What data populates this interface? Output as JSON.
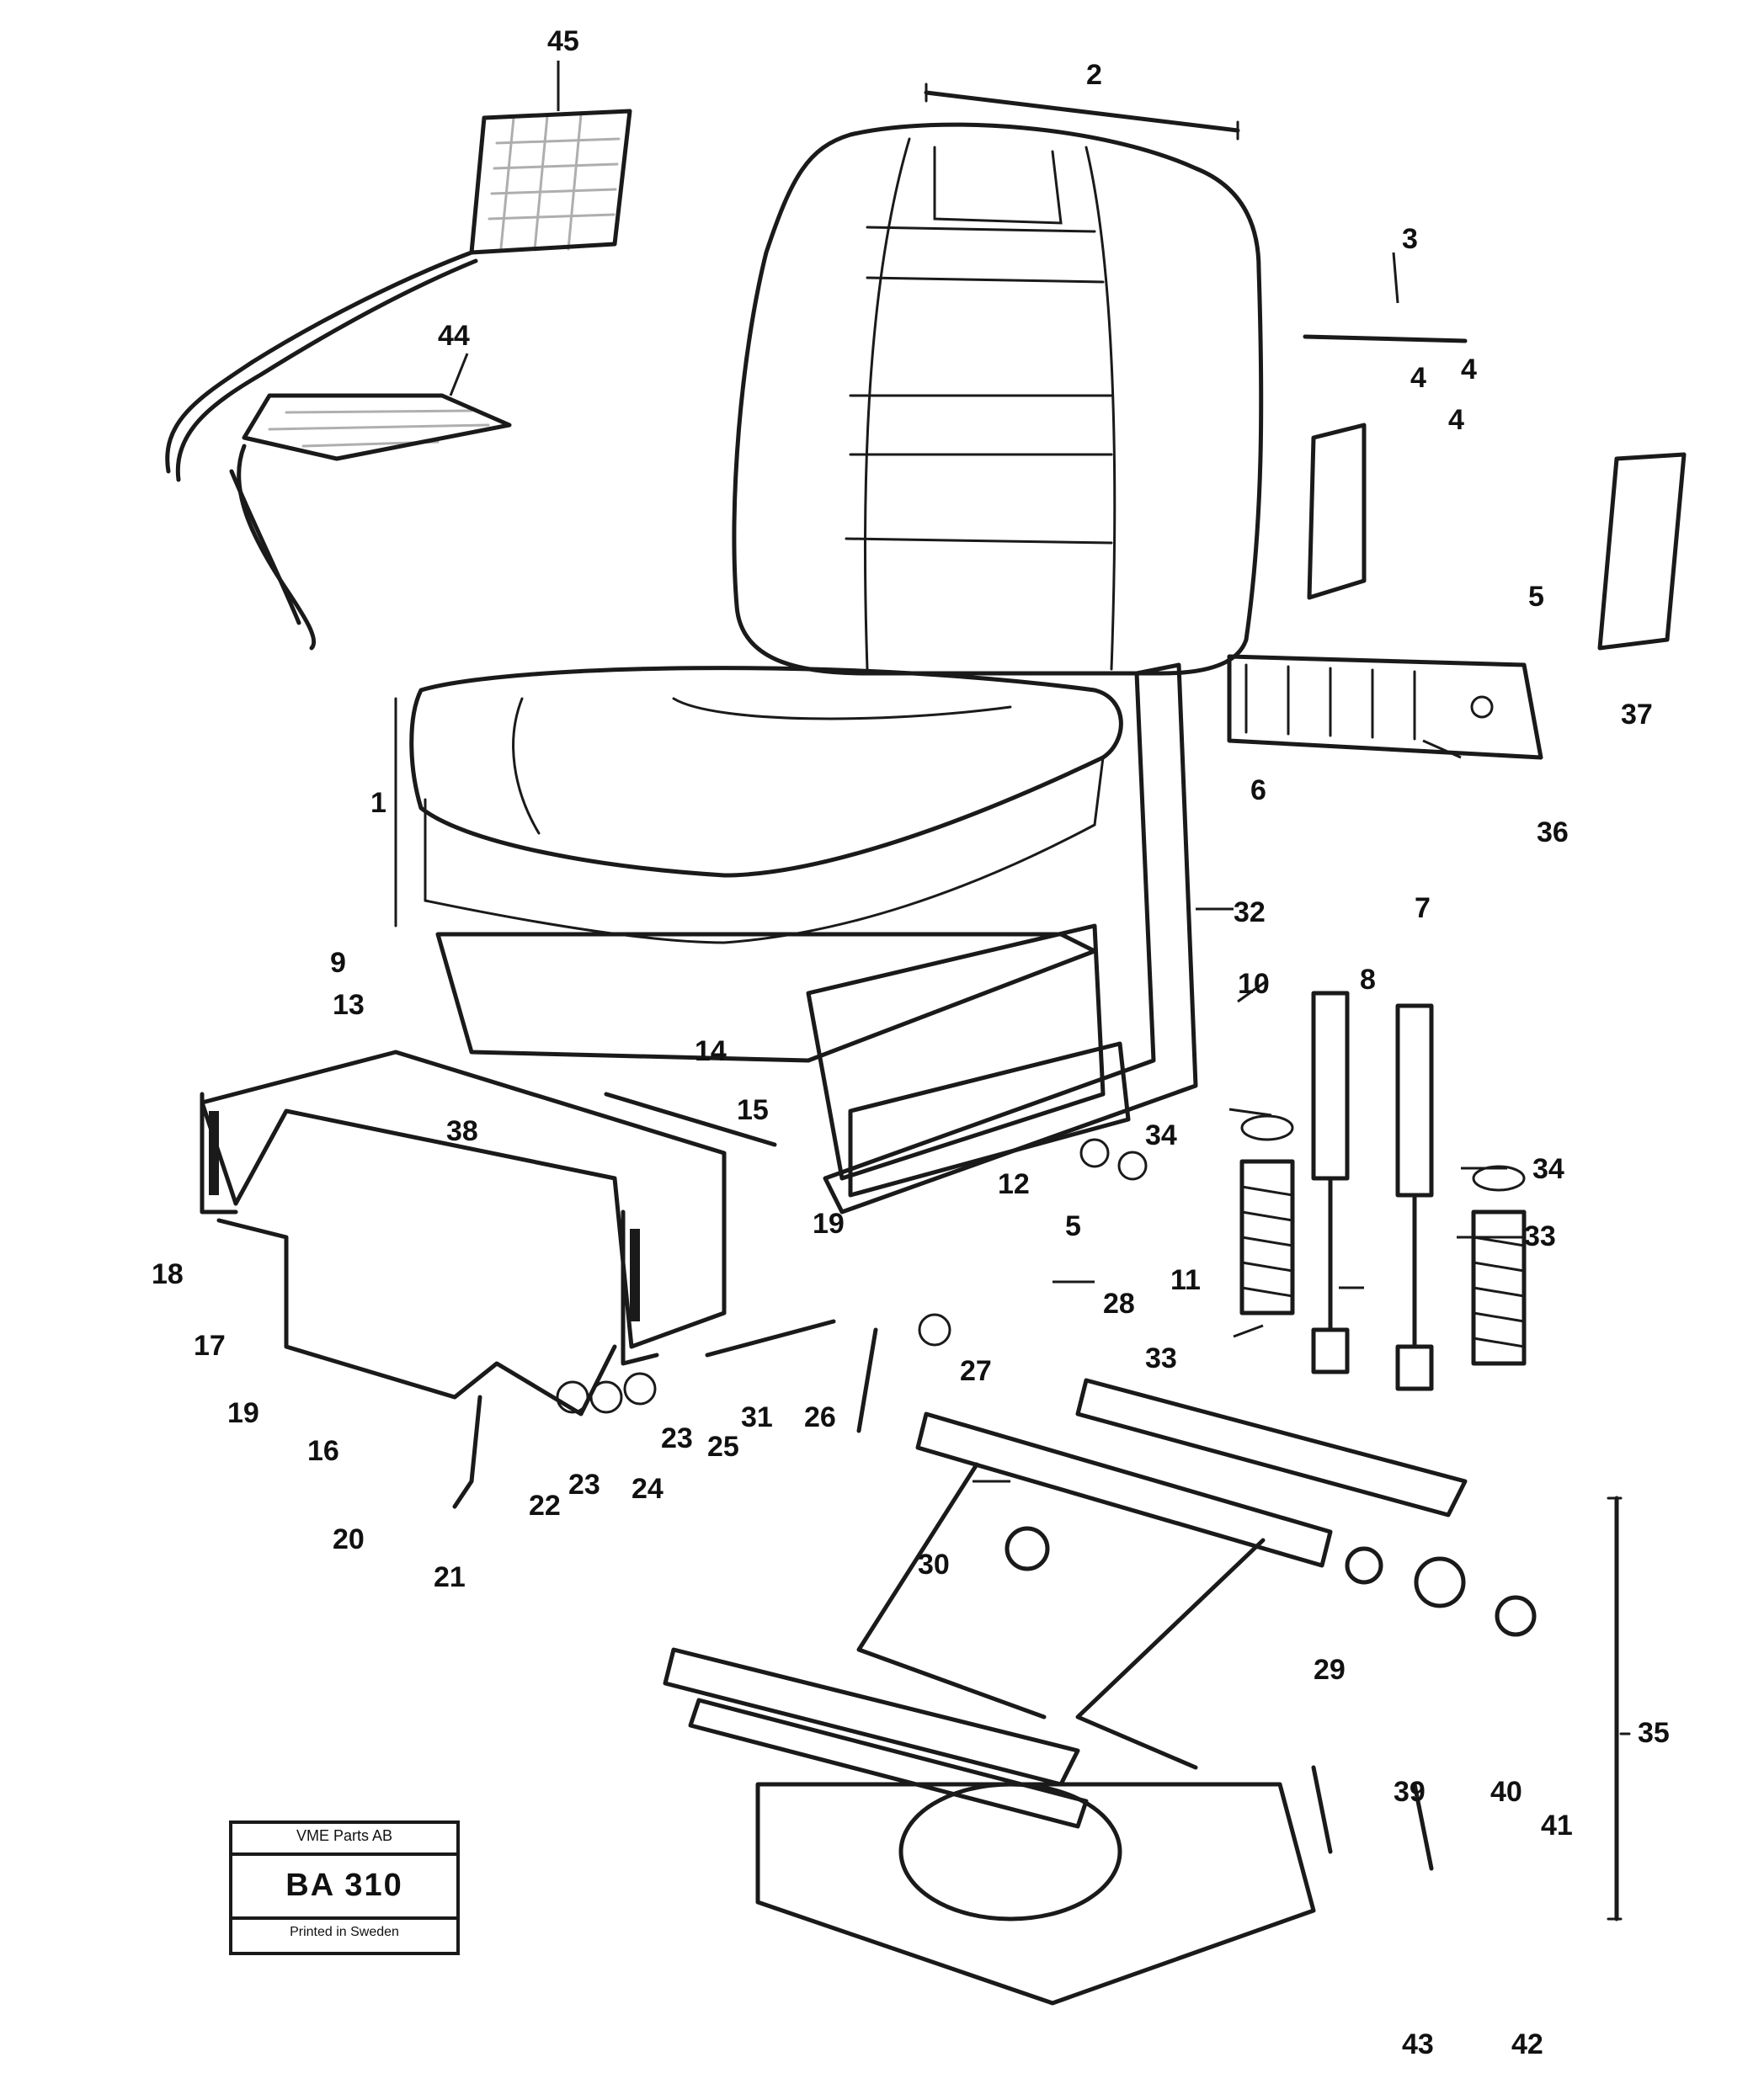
{
  "title_block": {
    "company": "VME Parts AB",
    "code": "BA 310",
    "printed": "Printed in Sweden"
  },
  "callouts": {
    "c1": "1",
    "c2": "2",
    "c3": "3",
    "c4a": "4",
    "c4b": "4",
    "c4c": "4",
    "c5a": "5",
    "c5b": "5",
    "c6": "6",
    "c7": "7",
    "c8": "8",
    "c9": "9",
    "c10": "10",
    "c11": "11",
    "c12": "12",
    "c13": "13",
    "c14": "14",
    "c15": "15",
    "c16": "16",
    "c17": "17",
    "c18": "18",
    "c19a": "19",
    "c19b": "19",
    "c20": "20",
    "c21": "21",
    "c22": "22",
    "c23a": "23",
    "c23b": "23",
    "c24": "24",
    "c25": "25",
    "c26": "26",
    "c27": "27",
    "c28": "28",
    "c29": "29",
    "c30": "30",
    "c31": "31",
    "c32": "32",
    "c33a": "33",
    "c33b": "33",
    "c34a": "34",
    "c34b": "34",
    "c35": "35",
    "c36": "36",
    "c37": "37",
    "c38": "38",
    "c39": "39",
    "c40": "40",
    "c41": "41",
    "c42": "42",
    "c43": "43",
    "c44": "44",
    "c45": "45"
  }
}
